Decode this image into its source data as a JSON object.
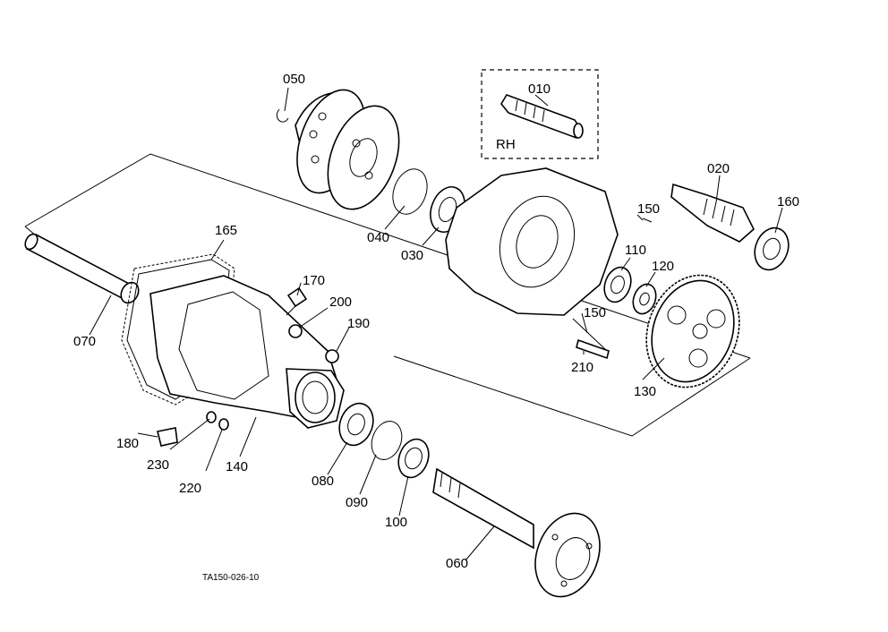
{
  "diagram": {
    "callouts": {
      "c010": "010",
      "c020": "020",
      "c030": "030",
      "c040": "040",
      "c050": "050",
      "c060": "060",
      "c070": "070",
      "c080": "080",
      "c090": "090",
      "c100": "100",
      "c110": "110",
      "c120": "120",
      "c130": "130",
      "c140": "140",
      "c150a": "150",
      "c150b": "150",
      "c160": "160",
      "c165": "165",
      "c170": "170",
      "c180": "180",
      "c190": "190",
      "c200": "200",
      "c210": "210",
      "c220": "220",
      "c230": "230"
    },
    "variant_label": "RH",
    "drawing_code": "TA150-026-10"
  }
}
